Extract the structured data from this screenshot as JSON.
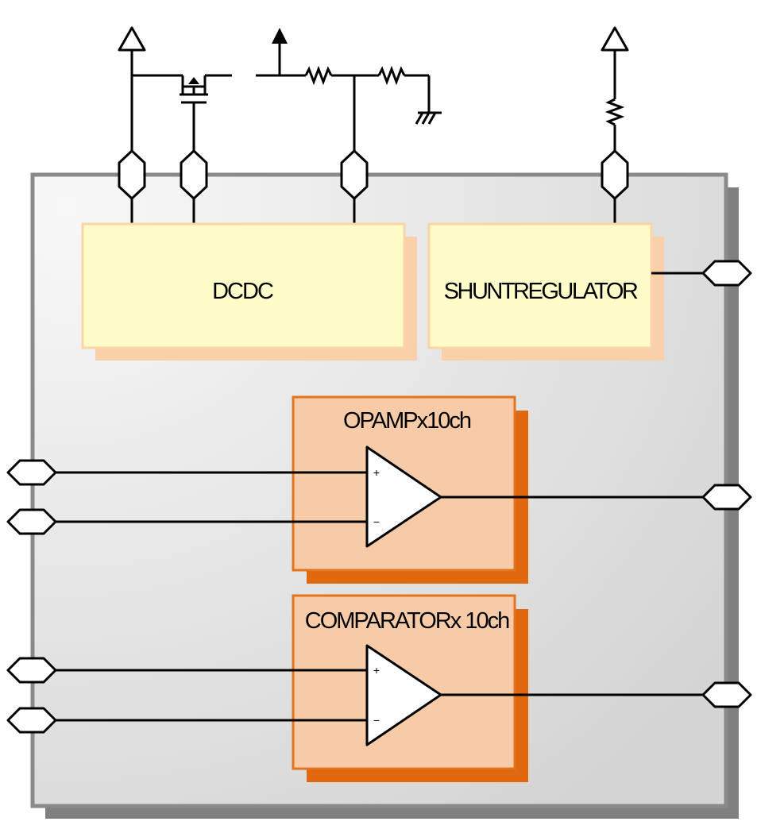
{
  "blocks": {
    "dcdc": "DCDC",
    "shunt": "SHUNTREGULATOR",
    "opamp": "OPAMPx10ch",
    "comparator": "COMPARATORx 10ch"
  },
  "amp_signs": {
    "plus": "+",
    "minus": "−"
  },
  "colors": {
    "chip_fill_light": "#f6f6f6",
    "chip_fill_dark": "#d9d9d9",
    "chip_border": "#8a8a8a",
    "chip_shadow": "#808080",
    "yellow_block": "#fffcca",
    "yellow_border": "#fcd5a6",
    "yellow_shadow": "#fad0aa",
    "orange_block": "#f8cba8",
    "orange_border": "#e2731f",
    "orange_shadow": "#e0680e"
  }
}
